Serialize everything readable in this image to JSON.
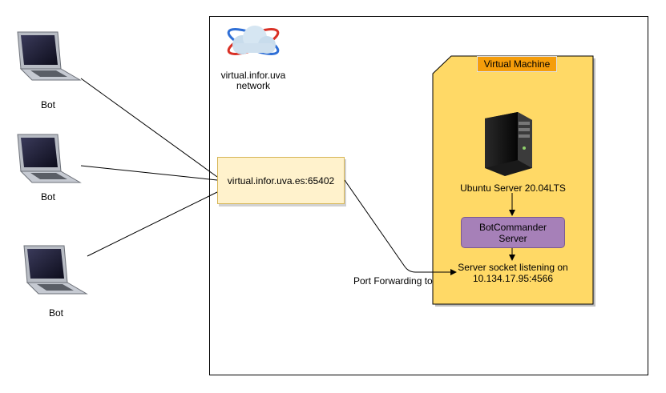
{
  "network": {
    "label_line1": "virtual.infor.uva",
    "label_line2": "network"
  },
  "virtual_machine": {
    "title": "Virtual Machine",
    "fill_color": "#ffd966",
    "title_color": "#f59d0b"
  },
  "bots": [
    {
      "label": "Bot"
    },
    {
      "label": "Bot"
    },
    {
      "label": "Bot"
    }
  ],
  "forwarder": {
    "label": "virtual.infor.uva.es:65402",
    "edge_label": "Port Forwarding to"
  },
  "server": {
    "label": "Ubuntu Server 20.04LTS"
  },
  "botcommander": {
    "label_line1": "BotCommander",
    "label_line2": "Server"
  },
  "socket": {
    "label_line1": "Server socket listening on",
    "label_line2": "10.134.17.95:4566"
  }
}
